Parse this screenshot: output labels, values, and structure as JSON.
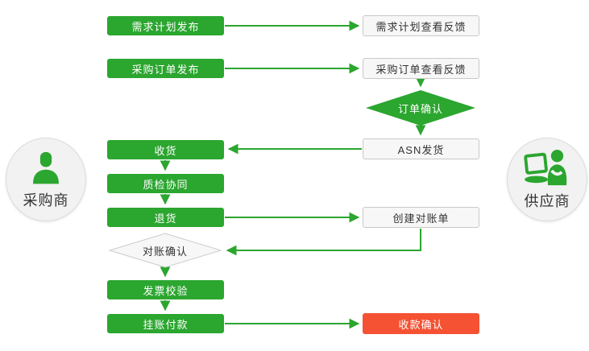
{
  "actors": {
    "buyer": {
      "label": "采购商",
      "icon": "person-icon"
    },
    "supplier": {
      "label": "供应商",
      "icon": "person-laptop-icon"
    }
  },
  "nodes": {
    "demand_plan_publish": {
      "label": "需求计划发布",
      "shape": "process",
      "color": "green"
    },
    "demand_plan_feedback": {
      "label": "需求计划查看反馈",
      "shape": "process",
      "color": "white"
    },
    "po_publish": {
      "label": "采购订单发布",
      "shape": "process",
      "color": "green"
    },
    "po_feedback": {
      "label": "采购订单查看反馈",
      "shape": "process",
      "color": "white"
    },
    "order_confirm": {
      "label": "订单确认",
      "shape": "decision",
      "color": "green"
    },
    "asn_ship": {
      "label": "ASN发货",
      "shape": "process",
      "color": "white"
    },
    "receive": {
      "label": "收货",
      "shape": "process",
      "color": "green"
    },
    "quality_collab": {
      "label": "质检协同",
      "shape": "process",
      "color": "green"
    },
    "return_goods": {
      "label": "退货",
      "shape": "process",
      "color": "green"
    },
    "create_statement": {
      "label": "创建对账单",
      "shape": "process",
      "color": "white"
    },
    "statement_confirm": {
      "label": "对账确认",
      "shape": "decision",
      "color": "white"
    },
    "invoice_check": {
      "label": "发票校验",
      "shape": "process",
      "color": "green"
    },
    "pending_payment": {
      "label": "挂账付款",
      "shape": "process",
      "color": "green"
    },
    "receipt_confirm": {
      "label": "收款确认",
      "shape": "process",
      "color": "red"
    }
  },
  "edges": [
    {
      "from": "demand_plan_publish",
      "to": "demand_plan_feedback"
    },
    {
      "from": "po_publish",
      "to": "po_feedback"
    },
    {
      "from": "po_feedback",
      "to": "order_confirm"
    },
    {
      "from": "order_confirm",
      "to": "asn_ship"
    },
    {
      "from": "asn_ship",
      "to": "receive"
    },
    {
      "from": "receive",
      "to": "quality_collab"
    },
    {
      "from": "quality_collab",
      "to": "return_goods"
    },
    {
      "from": "return_goods",
      "to": "create_statement"
    },
    {
      "from": "create_statement",
      "to": "statement_confirm"
    },
    {
      "from": "statement_confirm",
      "to": "invoice_check"
    },
    {
      "from": "invoice_check",
      "to": "pending_payment"
    },
    {
      "from": "pending_payment",
      "to": "receipt_confirm"
    }
  ],
  "colors": {
    "green": "#2BA62F",
    "red": "#F45233",
    "plain_bg": "#F7F7F7",
    "plain_border": "#C9C9C9",
    "actor_bg": "#F2F2F2",
    "text_dark": "#333333",
    "text_light": "#FFFFFF"
  }
}
